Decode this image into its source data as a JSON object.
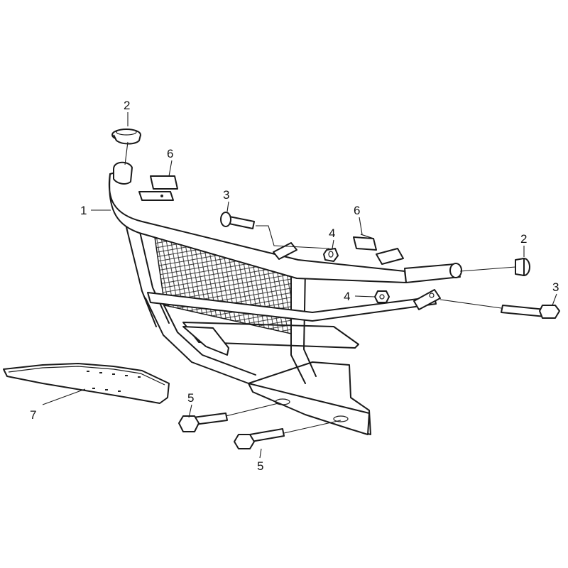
{
  "callouts": {
    "c1": "1",
    "c2a": "2",
    "c2b": "2",
    "c3a": "3",
    "c3b": "3",
    "c4a": "4",
    "c4b": "4",
    "c5a": "5",
    "c5b": "5",
    "c6a": "6",
    "c6b": "6",
    "c7": "7"
  },
  "colors": {
    "line": "#1a1a1a",
    "background": "#ffffff"
  }
}
